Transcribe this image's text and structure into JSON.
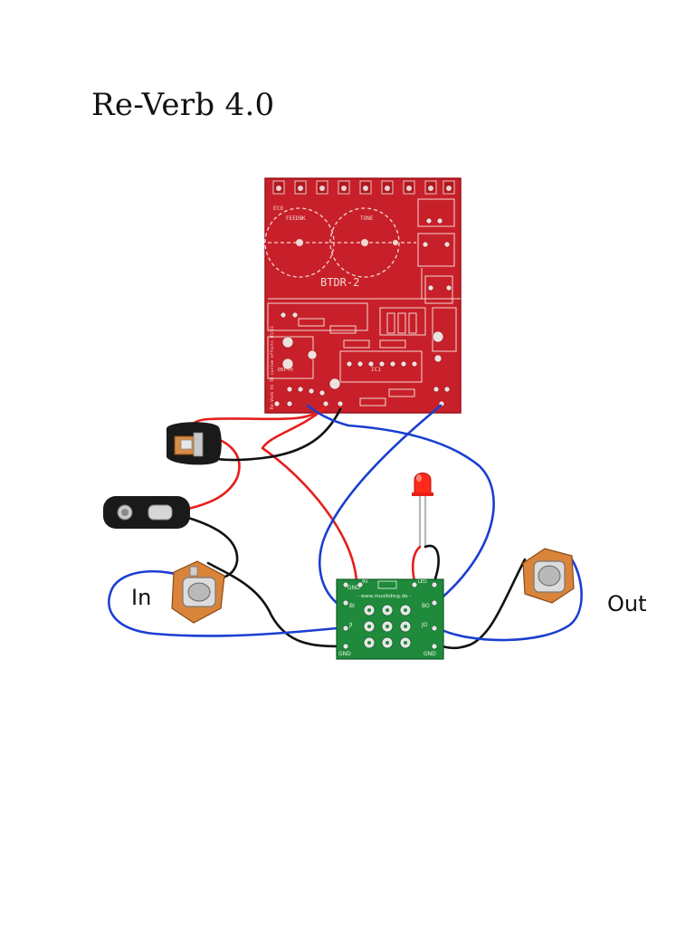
{
  "title": "Re-Verb 4.0",
  "labels": {
    "in": "In",
    "out": "Out"
  },
  "pcb": {
    "name": "BTDR-2",
    "silkscreen": {
      "eco": "ECO",
      "feedbk": "FEEDBK",
      "tone": "TONE",
      "depth": "DEPTH",
      "ic1": "IC1",
      "side_text": "Re-Verb V4 TH custom effects 05/21"
    },
    "color": "#c8202a"
  },
  "switch_board": {
    "url_text": "- www.musikding.de -",
    "pads": {
      "gnd_top": "GND",
      "nine_v": "9V",
      "led": "LED",
      "bi": "BI",
      "bo": "BO",
      "ji": "JI",
      "jo": "JO",
      "gnd_left": "GND",
      "gnd_right": "GND"
    },
    "color": "#1f8a3b"
  },
  "colors": {
    "wire_red": "#e61e1e",
    "wire_black": "#111111",
    "wire_blue": "#1a3fd1",
    "led_red": "#ff2a1a",
    "jack_orange": "#d9843a"
  },
  "icons": [
    "dc-jack-icon",
    "battery-clip-icon",
    "audio-jack-icon",
    "led-icon"
  ]
}
